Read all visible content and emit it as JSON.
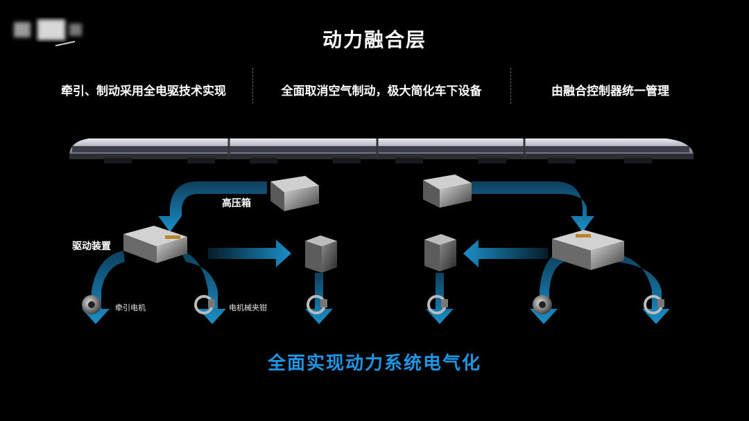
{
  "title": "动力融合层",
  "features": [
    "牵引、制动采用全电驱技术实现",
    "全面取消空气制动，极大简化车下设备",
    "由融合控制器统一管理"
  ],
  "labels": {
    "high_voltage_box": "高压箱",
    "drive_unit": "驱动装置",
    "traction_motor": "牵引电机",
    "motor_caliper": "电机械夹钳"
  },
  "slogan": "全面实现动力系统电气化",
  "colors": {
    "arrow": "#0e5a82",
    "arrow_light": "#1b88c0",
    "accent": "#1e96e6",
    "background": "#000000"
  },
  "icons": {
    "train": "train-icon",
    "box": "equipment-box-icon",
    "motor": "motor-icon",
    "caliper": "caliper-icon"
  }
}
